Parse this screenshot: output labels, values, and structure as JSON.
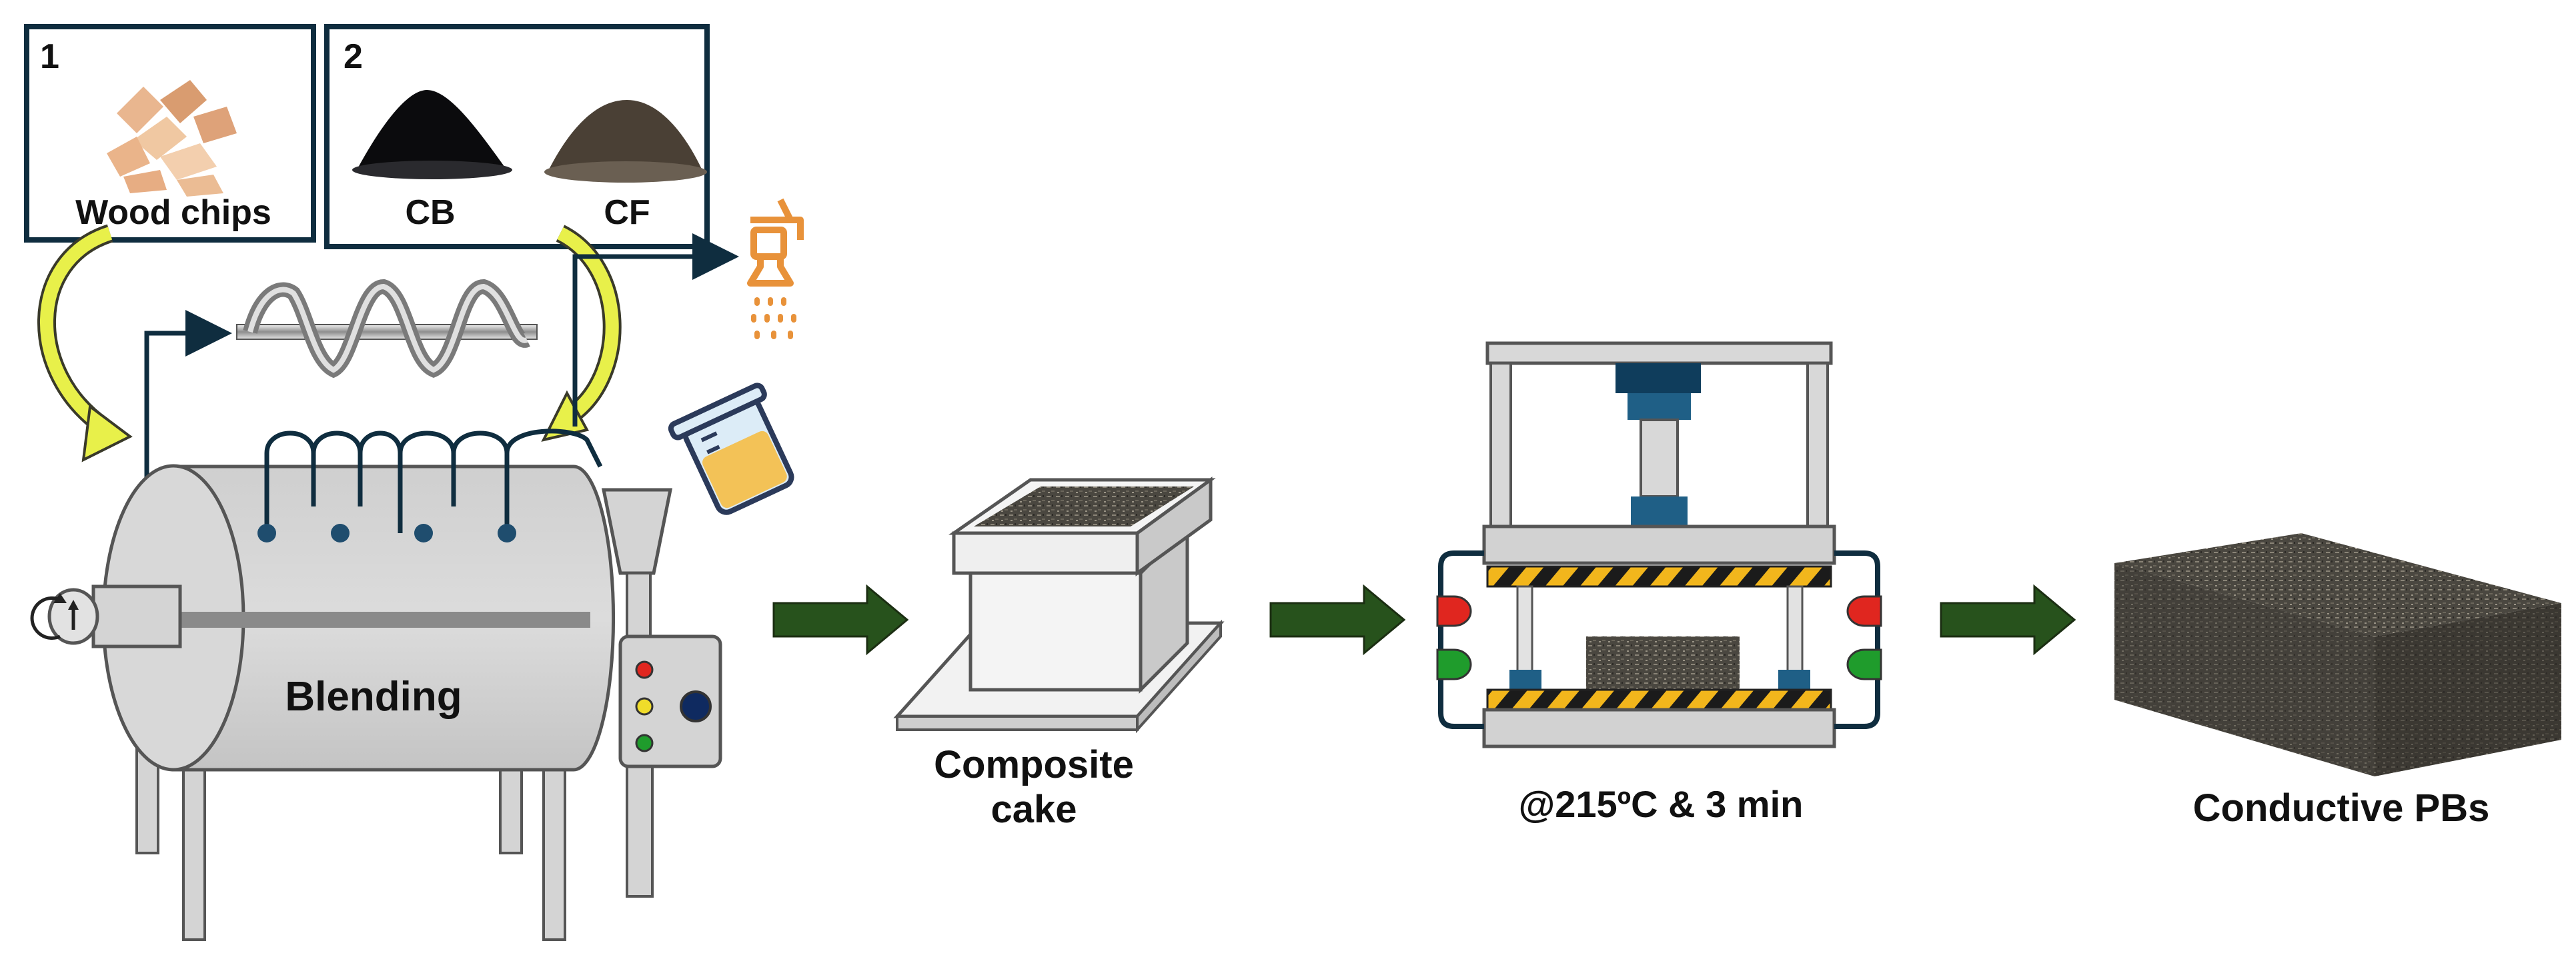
{
  "inputs": {
    "box1": {
      "number": "1",
      "label": "Wood chips"
    },
    "box2": {
      "number": "2",
      "label_cb": "CB",
      "label_cf": "CF"
    }
  },
  "stages": {
    "blending": "Blending",
    "cake": "Composite\ncake",
    "press": "@215ºC & 3 min",
    "product": "Conductive PBs"
  },
  "colors": {
    "outline": "#0f2d3f",
    "machine_grey": "#d4d4d4",
    "flow_arrow": "#27521c",
    "feed_arrow": "#e8f04a",
    "spray": "#e8923a",
    "hazard_yellow": "#f2b61c",
    "press_blue": "#1f5f86",
    "lamp_red": "#e0261f",
    "lamp_green": "#1f9c2c"
  }
}
